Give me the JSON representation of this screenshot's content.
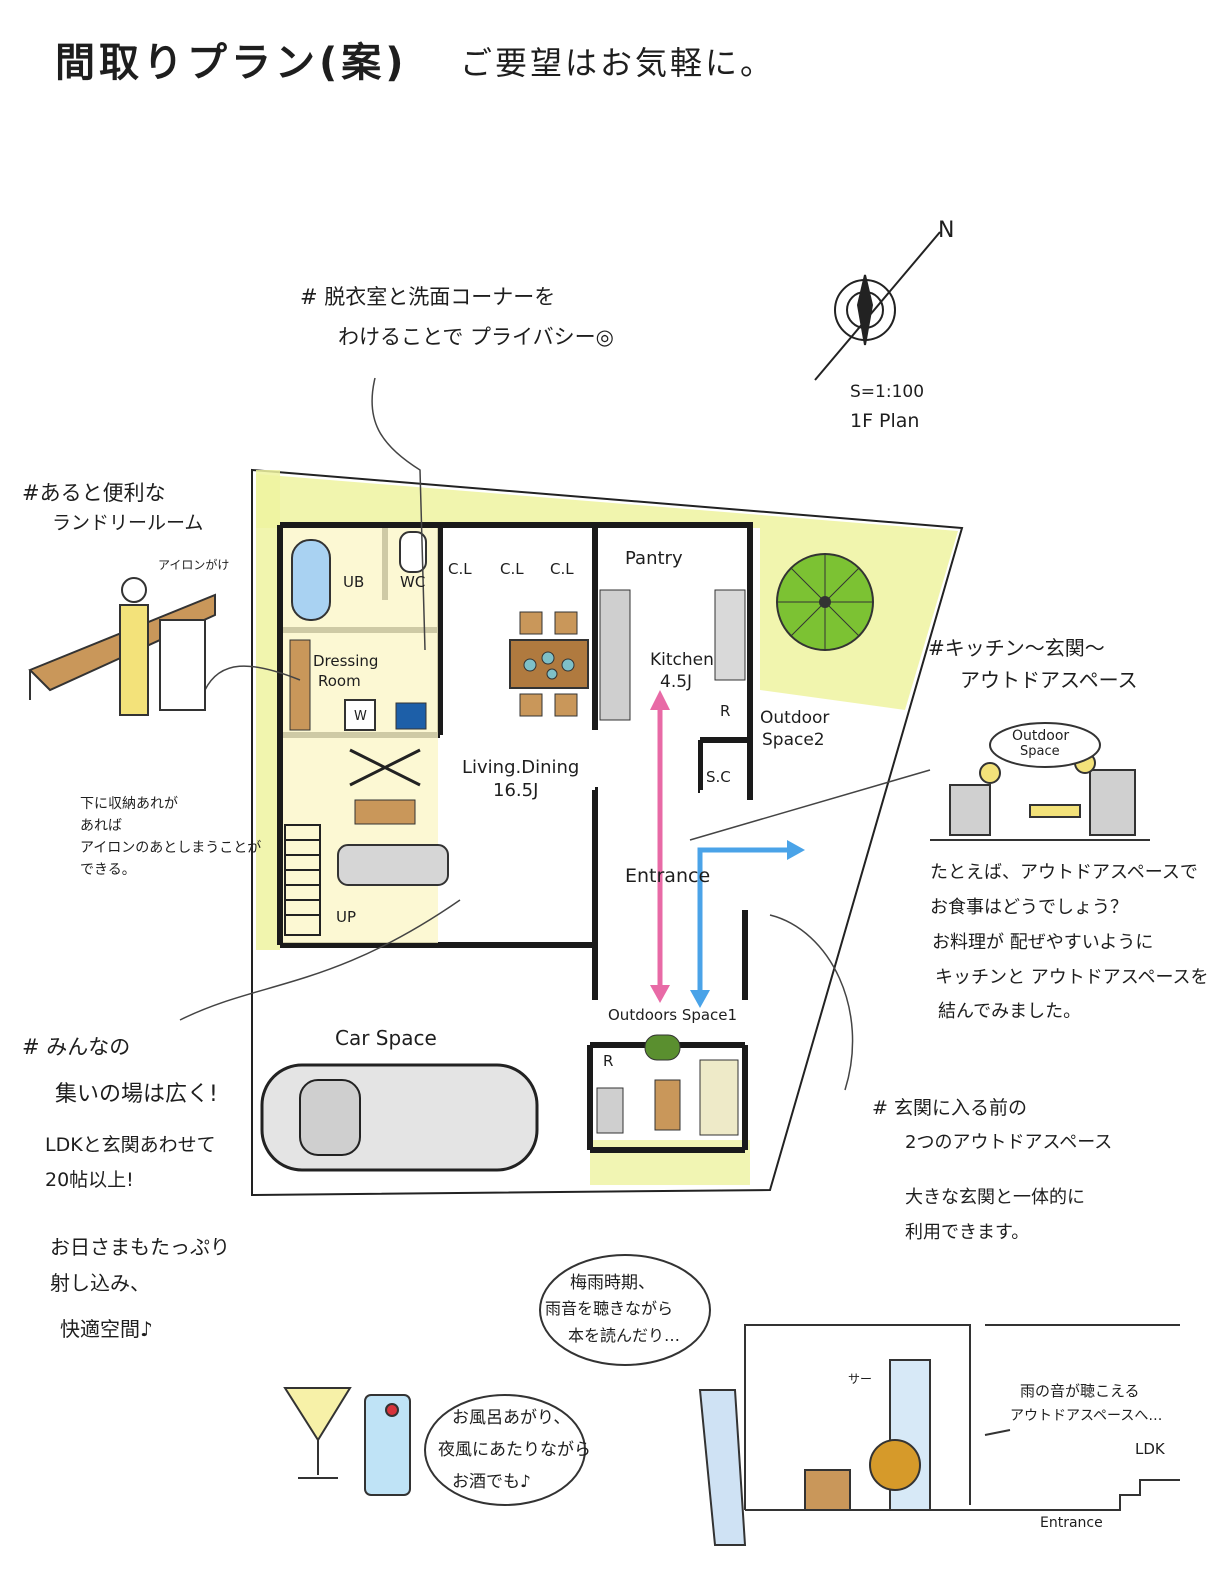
{
  "header": {
    "title": "間取りプラン(案)",
    "subtitle": "ご要望はお気軽に。"
  },
  "compass": {
    "north": "N"
  },
  "scale": {
    "ratio": "S=1:100",
    "floor": "1F Plan"
  },
  "notes": {
    "privacy": [
      "# 脱衣室と洗面コーナーを",
      "わけることで プライバシー◎"
    ],
    "laundry": [
      "#あると便利な",
      "ランドリールーム"
    ],
    "iron_bubble": "アイロンがけ",
    "storage": [
      "下に収納あれが",
      "あれば",
      "アイロンのあとしまうことが",
      "できる。"
    ],
    "kitchen_outdoor": [
      "#キッチン～玄関～",
      "アウトドアスペース"
    ],
    "outdoor_bubble": [
      "Outdoor",
      "Space"
    ],
    "meal": [
      "たとえば、アウトドアスペースで",
      "お食事はどうでしょう？",
      "お料理が 配ぜやすいように",
      "キッチンと アウトドアスペースを",
      "結んでみました。"
    ],
    "gathering": [
      "# みんなの",
      "集いの場は広く!",
      "LDKと玄関あわせて",
      "20帖以上!",
      "お日さまもたっぷり",
      "射し込み、",
      "快適空間♪"
    ],
    "entrance_outdoor": [
      "# 玄関に入る前の",
      "2つのアウトドアスペース",
      "大きな玄関と一体的に",
      "利用できます。"
    ],
    "rain": [
      "梅雨時期、",
      "雨音を聴きながら",
      "本を読んだり…"
    ],
    "bath": [
      "お風呂あがり、",
      "夜風にあたりながら",
      "お酒でも♪"
    ],
    "rain_sound": [
      "雨の音が聴こえる",
      "アウトドアスペースへ…"
    ],
    "section_ldk": "LDK",
    "section_entrance": "Entrance",
    "speech": "サー"
  },
  "rooms": {
    "ub": "UB",
    "wc": "WC",
    "cl1": "C.L",
    "cl2": "C.L",
    "cl3": "C.L",
    "pantry": "Pantry",
    "dressing": [
      "Dressing",
      "Room"
    ],
    "w": "W",
    "kitchen": [
      "Kitchen",
      "4.5J"
    ],
    "r1": "R",
    "outdoor2": [
      "Outdoor",
      "Space2"
    ],
    "living": [
      "Living.Dining",
      "16.5J"
    ],
    "sc": "S.C",
    "entrance": "Entrance",
    "up": "UP",
    "outdoor1": "Outdoors Space1",
    "car": "Car Space",
    "r2": "R"
  },
  "colors": {
    "yard": "#eef3a0",
    "wall": "#1a1a1a",
    "wood": "#c9975a",
    "arrow_pink": "#e86aa6",
    "arrow_blue": "#4aa3e8",
    "tree": "#7cc233"
  }
}
